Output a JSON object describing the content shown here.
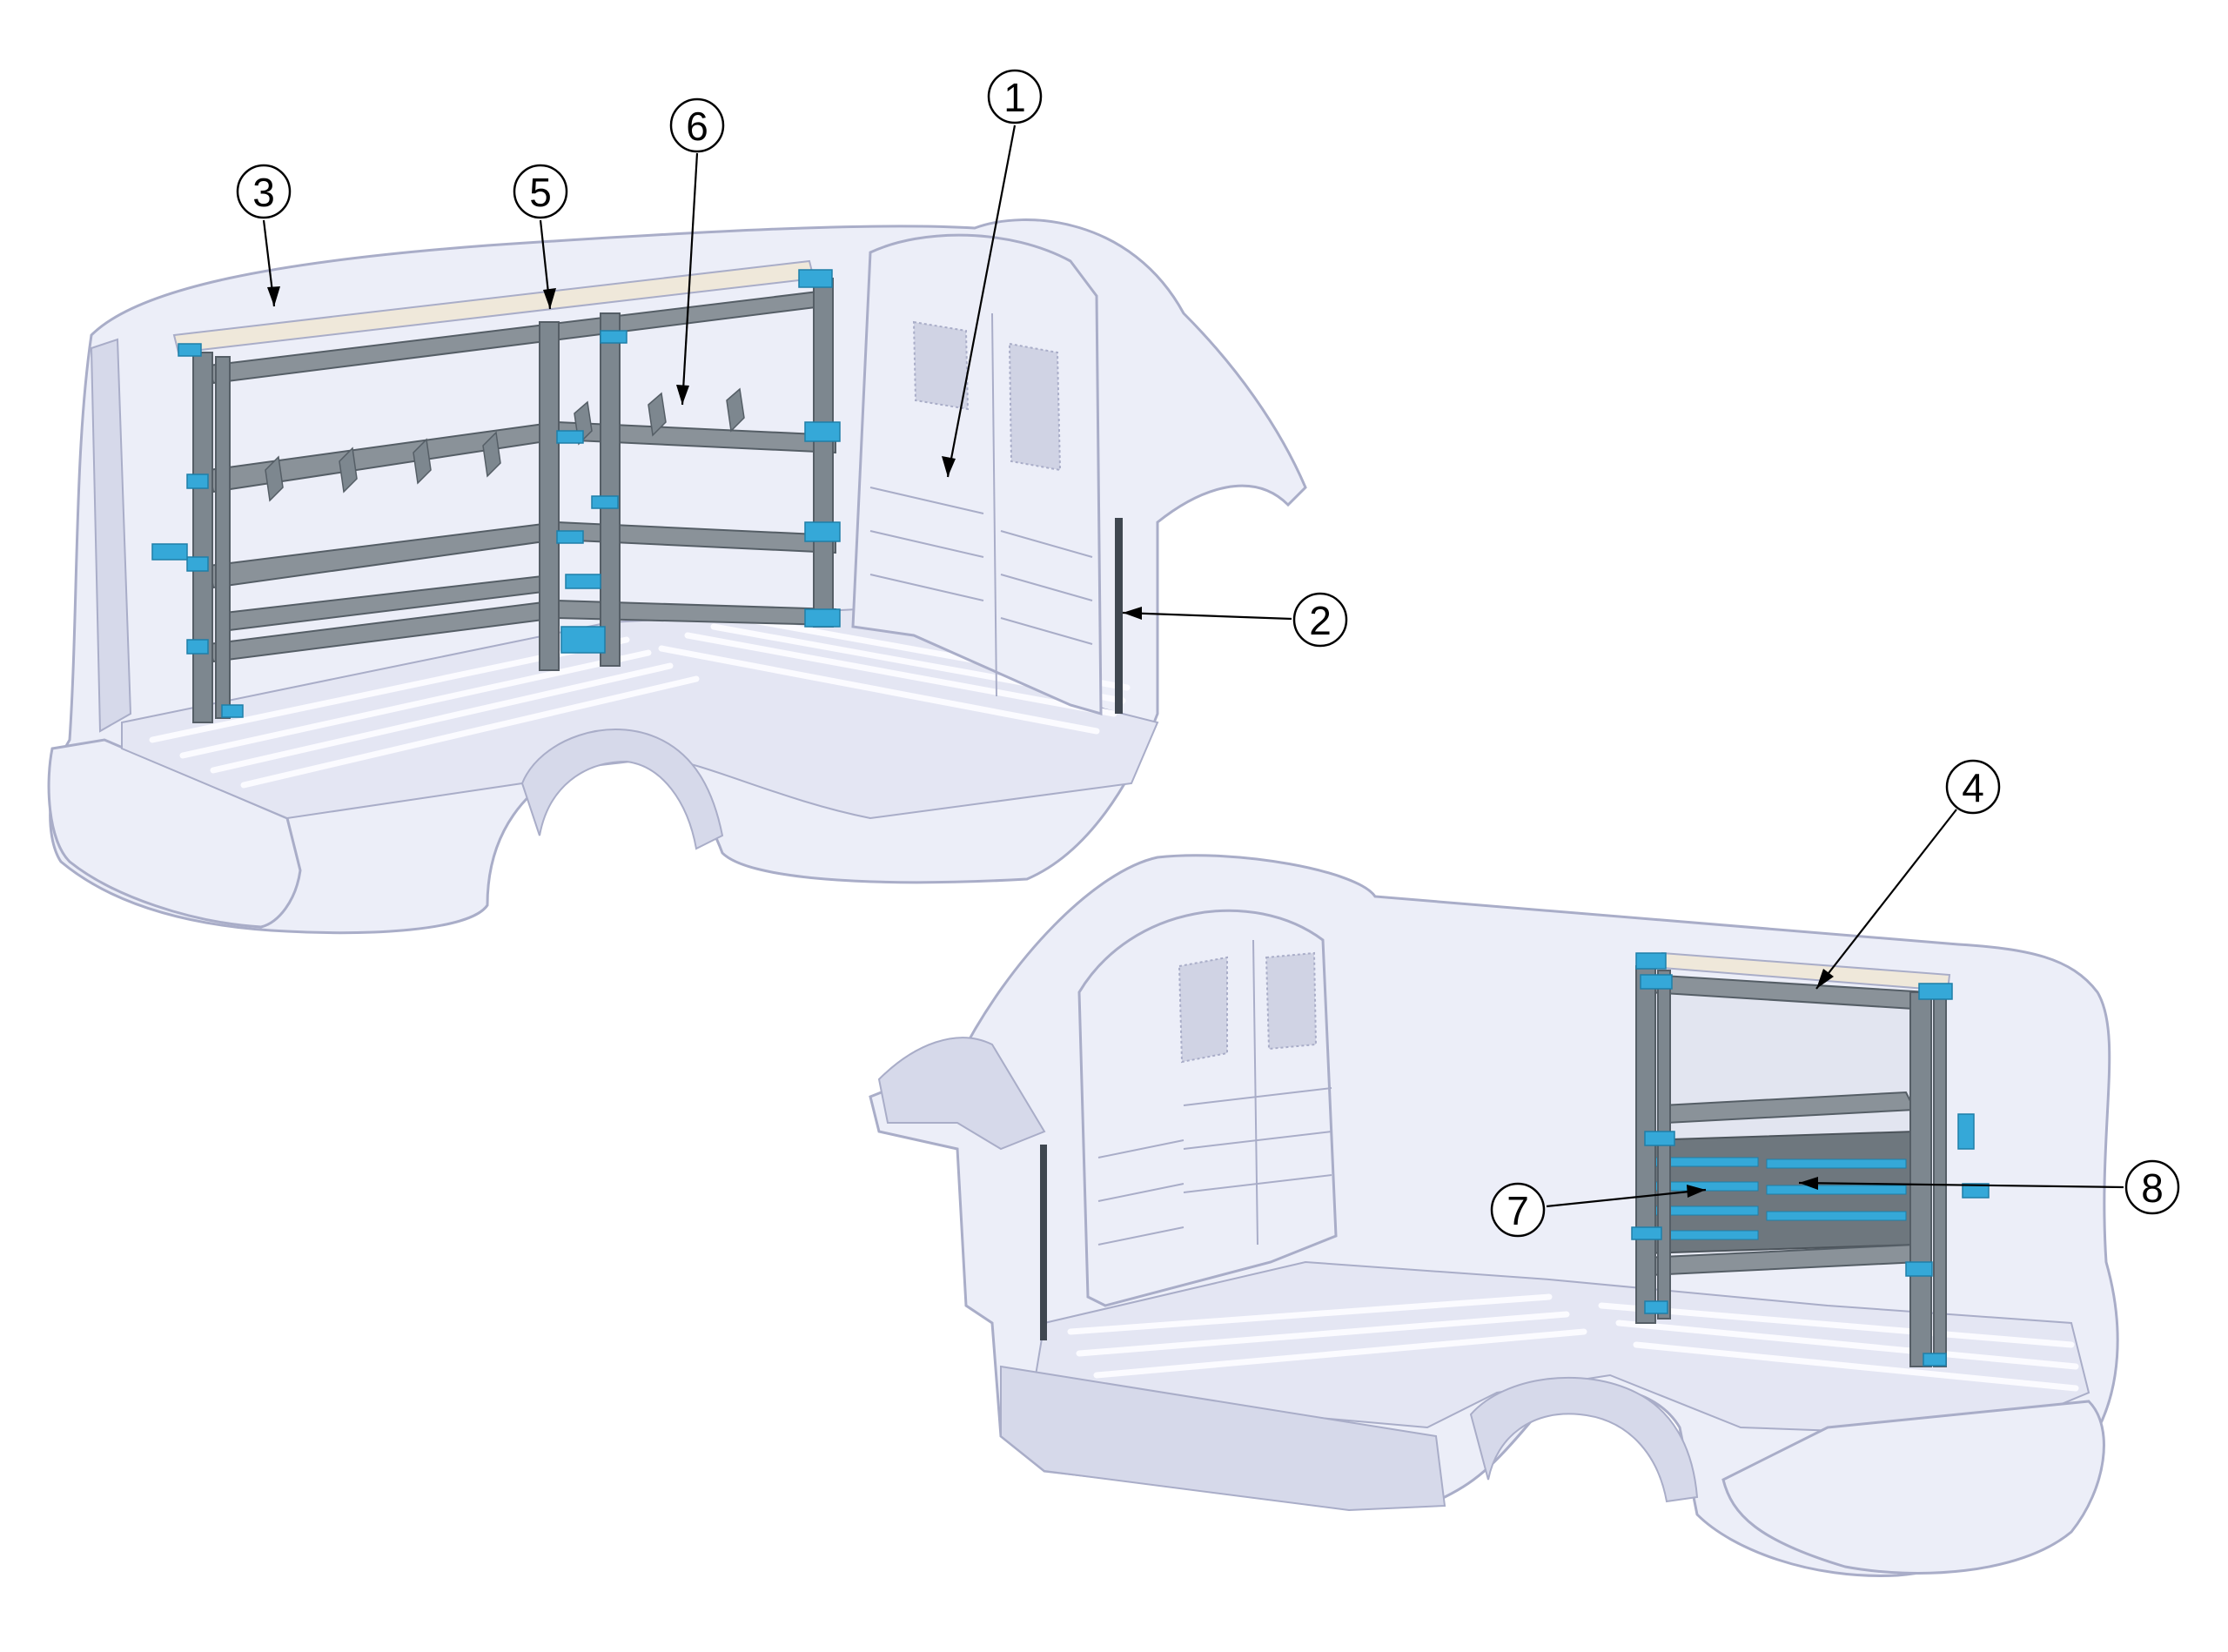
{
  "colors": {
    "body_fill": "#eceef8",
    "body_stroke": "#a9adc8",
    "body_shadow": "#d6d9ea",
    "floor_fill": "#e4e6f3",
    "floor_slat": "#fbfbff",
    "rack_frame": "#7d878f",
    "rack_frame_dark": "#555e66",
    "rack_shelf": "#8a9299",
    "rack_accent": "#35a8d8",
    "rail_fill": "#efe8da",
    "leader": "#000000",
    "callout_stroke": "#000000",
    "callout_fill": "#ffffff"
  },
  "callouts": [
    {
      "label": "1",
      "name": "callout-1-partition"
    },
    {
      "label": "2",
      "name": "callout-2-side-post"
    },
    {
      "label": "3",
      "name": "callout-3-roof-rail"
    },
    {
      "label": "4",
      "name": "callout-4-top-shelf"
    },
    {
      "label": "5",
      "name": "callout-5-top-beam"
    },
    {
      "label": "6",
      "name": "callout-6-dividers"
    },
    {
      "label": "7",
      "name": "callout-7-drawer-left"
    },
    {
      "label": "8",
      "name": "callout-8-drawer-right"
    }
  ]
}
